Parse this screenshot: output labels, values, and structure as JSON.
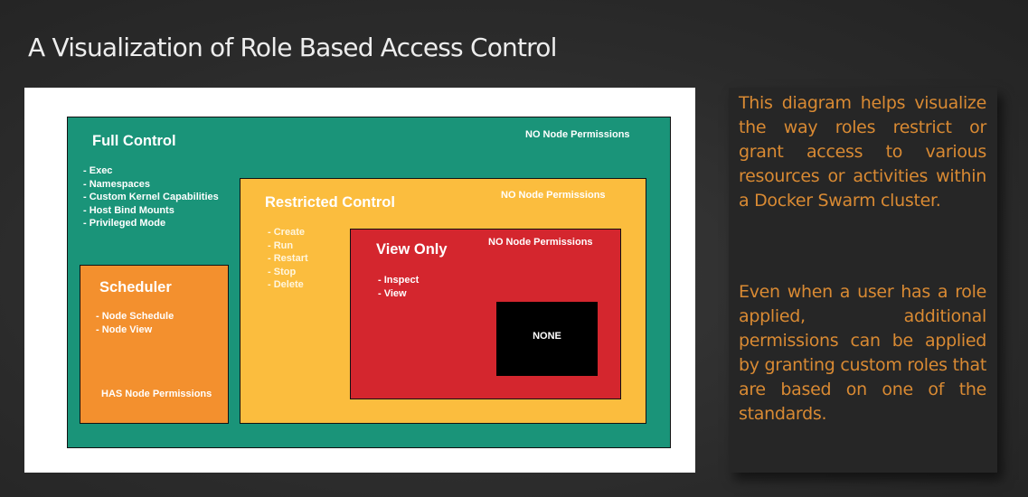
{
  "title": "A Visualization of Role Based Access Control",
  "diagram": {
    "full_control": {
      "title": "Full Control",
      "note": "NO Node Permissions",
      "items": [
        "Exec",
        "Namespaces",
        "Custom Kernel Capabilities",
        "Host Bind Mounts",
        "Privileged Mode"
      ]
    },
    "scheduler": {
      "title": "Scheduler",
      "note": "HAS Node Permissions",
      "items": [
        "Node Schedule",
        "Node View"
      ]
    },
    "restricted_control": {
      "title": "Restricted Control",
      "note": "NO Node Permissions",
      "items": [
        "Create",
        "Run",
        "Restart",
        "Stop",
        "Delete"
      ]
    },
    "view_only": {
      "title": "View Only",
      "note": "NO Node Permissions",
      "items": [
        "Inspect",
        "View"
      ]
    },
    "none": {
      "label": "NONE"
    }
  },
  "side_text": {
    "para1": "This diagram helps visualize the way roles restrict or grant access to various resources or activities within a Docker Swarm cluster.",
    "para2": "Even when a user has a role applied, additional permissions can be applied by granting custom roles that are based on one of the standards."
  },
  "colors": {
    "full_control": "#1a9479",
    "restricted_control": "#fbbd3e",
    "view_only": "#d4262e",
    "scheduler": "#f3902e",
    "none": "#000000",
    "side_text": "#d98a33"
  }
}
